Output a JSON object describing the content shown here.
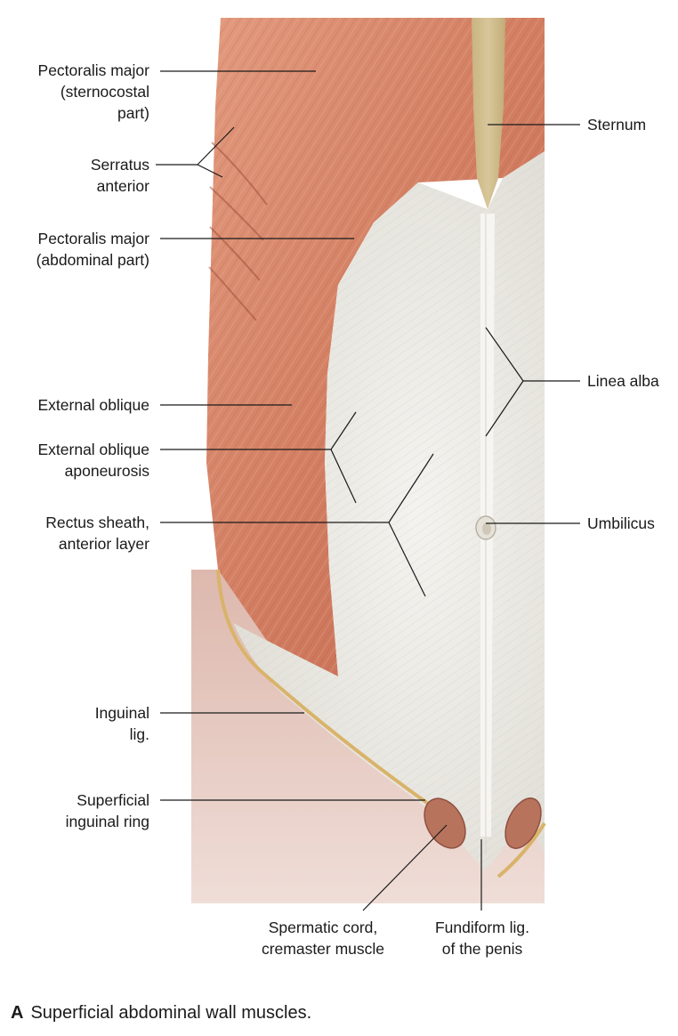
{
  "labels": {
    "pectoralis_sternocostal": [
      "Pectoralis major",
      "(sternocostal",
      "part)"
    ],
    "serratus_anterior": [
      "Serratus",
      "anterior"
    ],
    "pectoralis_abdominal": [
      "Pectoralis major",
      "(abdominal part)"
    ],
    "external_oblique": [
      "External oblique"
    ],
    "external_oblique_aponeurosis": [
      "External oblique",
      "aponeurosis"
    ],
    "rectus_sheath": [
      "Rectus sheath,",
      "anterior layer"
    ],
    "inguinal_lig": [
      "Inguinal",
      "lig."
    ],
    "superficial_inguinal_ring": [
      "Superficial",
      "inguinal ring"
    ],
    "sternum": [
      "Sternum"
    ],
    "linea_alba": [
      "Linea alba"
    ],
    "umbilicus": [
      "Umbilicus"
    ],
    "spermatic_cord": [
      "Spermatic cord,",
      "cremaster muscle"
    ],
    "fundiform_lig": [
      "Fundiform lig.",
      "of the penis"
    ]
  },
  "caption": {
    "letter": "A",
    "text": "Superficial abdominal wall muscles."
  },
  "colors": {
    "muscle": "#d98a6e",
    "muscle_dark": "#b5604a",
    "aponeurosis": "#ecebe6",
    "sternum": "#cdb98a",
    "skin": "#e6cbc2",
    "ligament_edge": "#d9b36a"
  }
}
